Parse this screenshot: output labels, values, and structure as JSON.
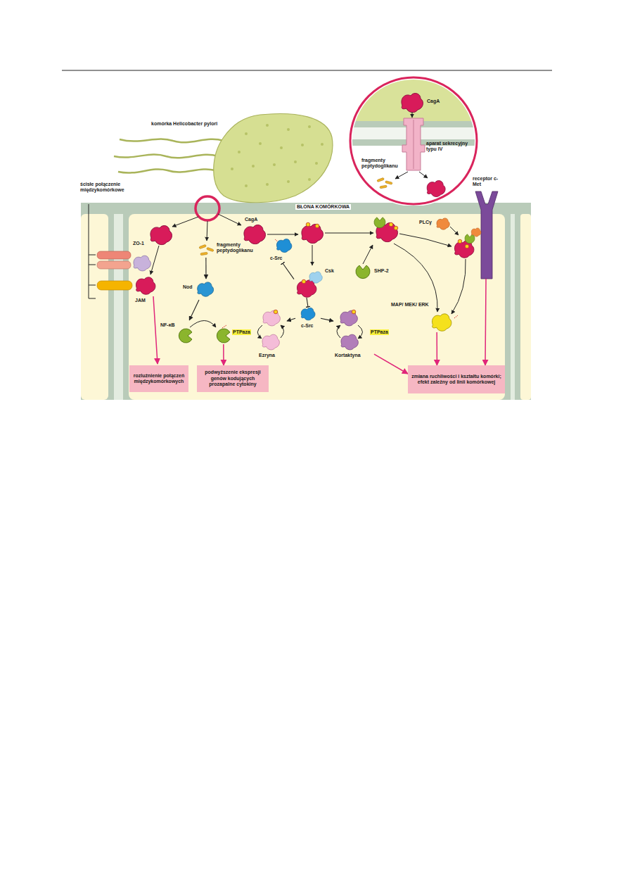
{
  "diagram": {
    "nodes": [
      {
        "text": [
          "komórka Helicobacter pylori"
        ]
      },
      {
        "text": [
          "CagA",
          "aparat sekrecyjny typu IV",
          "fragmenty peptydoglikanu"
        ]
      },
      {
        "text": [
          "BŁONA KOMÓRKOWA"
        ]
      },
      {
        "text": [
          "receptor c-Met"
        ]
      },
      {
        "text": [
          "ZO-1"
        ],
        "in": 2
      },
      {
        "text": [
          "JAM"
        ]
      },
      {
        "text": [
          "fragmenty peptydoglikanu"
        ],
        "in": 2
      },
      {
        "text": [
          "Nod"
        ],
        "in": 2
      },
      {
        "text": [
          "NF-κB"
        ],
        "in": 2
      },
      {
        "text": [
          "CagA"
        ],
        "in": 2
      },
      {
        "text": [
          "c-Src"
        ],
        "in": 2
      },
      {
        "text": [
          "Csk"
        ],
        "in": 2
      },
      {
        "text": [
          "c-Src"
        ],
        "in": 2
      },
      {
        "text": [
          "Ezryna"
        ],
        "in": 2
      },
      {
        "text": [
          "Kortaktyna"
        ],
        "in": 2
      },
      {
        "text": [
          "SHP-2"
        ],
        "in": 2
      },
      {
        "text": [
          "PLCγ"
        ],
        "in": 2
      },
      {
        "text": [
          "MAP/ MEK/ ERK"
        ],
        "in": 2
      },
      {
        "text": [
          "rozluźnienie połączeń międzykomórkowych"
        ],
        "in": 2
      },
      {
        "text": [
          "podwyższenie ekspresji genów kodujących prozapalne cytokiny"
        ],
        "in": 2
      },
      {
        "text": [
          "zmiana ruchliwości i kształtu komórki; efekt zależny od linii komórkowej"
        ],
        "in": 2
      }
    ],
    "edges": [
      {
        "from": 6,
        "to": 7,
        "arrow": "to"
      },
      {
        "from": 7,
        "to": 8,
        "arrow": "to"
      },
      {
        "from": 8,
        "to": 19,
        "arrow": "to"
      },
      {
        "from": 11,
        "to": 10,
        "arrow": "none"
      },
      {
        "from": 11,
        "to": 12,
        "arrow": "none"
      },
      {
        "from": 12,
        "to": 13,
        "arrow": "to"
      },
      {
        "from": 12,
        "to": 14,
        "arrow": "to"
      },
      {
        "from": 14,
        "to": 20,
        "arrow": "to"
      },
      {
        "from": 17,
        "to": 20,
        "arrow": "to"
      },
      {
        "from": 3,
        "to": 20,
        "arrow": "to"
      }
    ],
    "labels": [
      "ścisłe połączenie międzykomórkowe",
      "PTPaza",
      "PTPaza"
    ]
  }
}
